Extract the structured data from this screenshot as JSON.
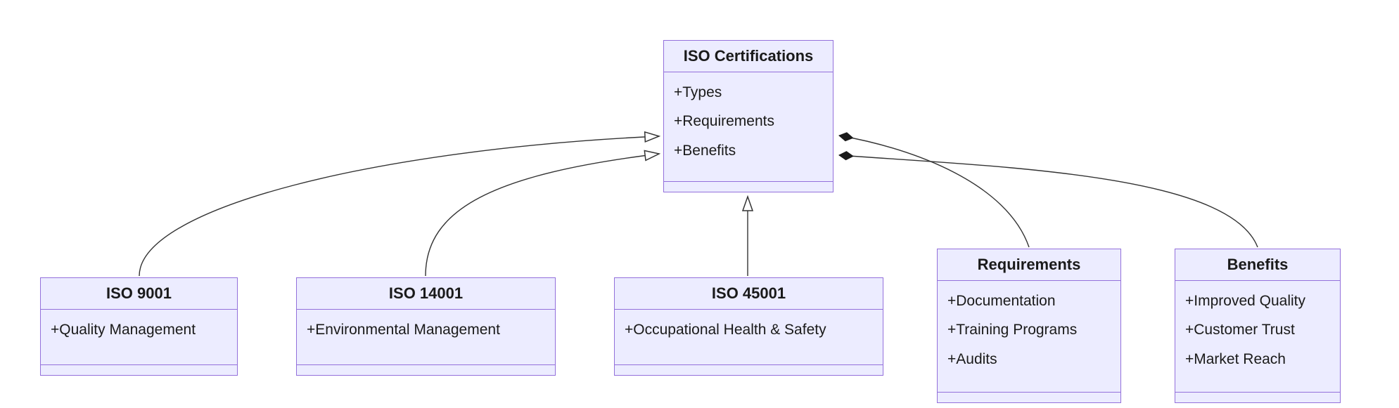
{
  "diagram": {
    "type": "uml-class-diagram",
    "colors": {
      "box_fill": "#ECECFF",
      "box_border": "#9370DB",
      "edge_line": "#333333",
      "composition_diamond": "#1a1a1a",
      "text": "#1a1a1a"
    },
    "classes": [
      {
        "id": "iso_certifications",
        "title": "ISO Certifications",
        "attributes": [
          "+Types",
          "+Requirements",
          "+Benefits"
        ]
      },
      {
        "id": "iso_9001",
        "title": "ISO 9001",
        "attributes": [
          "+Quality Management"
        ]
      },
      {
        "id": "iso_14001",
        "title": "ISO 14001",
        "attributes": [
          "+Environmental Management"
        ]
      },
      {
        "id": "iso_45001",
        "title": "ISO 45001",
        "attributes": [
          "+Occupational Health & Safety"
        ]
      },
      {
        "id": "requirements",
        "title": "Requirements",
        "attributes": [
          "+Documentation",
          "+Training Programs",
          "+Audits"
        ]
      },
      {
        "id": "benefits",
        "title": "Benefits",
        "attributes": [
          "+Improved Quality",
          "+Customer Trust",
          "+Market Reach"
        ]
      }
    ],
    "relationships": [
      {
        "from": "iso_9001",
        "to": "iso_certifications",
        "type": "inheritance"
      },
      {
        "from": "iso_14001",
        "to": "iso_certifications",
        "type": "inheritance"
      },
      {
        "from": "iso_45001",
        "to": "iso_certifications",
        "type": "inheritance"
      },
      {
        "from": "iso_certifications",
        "to": "requirements",
        "type": "composition"
      },
      {
        "from": "iso_certifications",
        "to": "benefits",
        "type": "composition"
      }
    ]
  }
}
